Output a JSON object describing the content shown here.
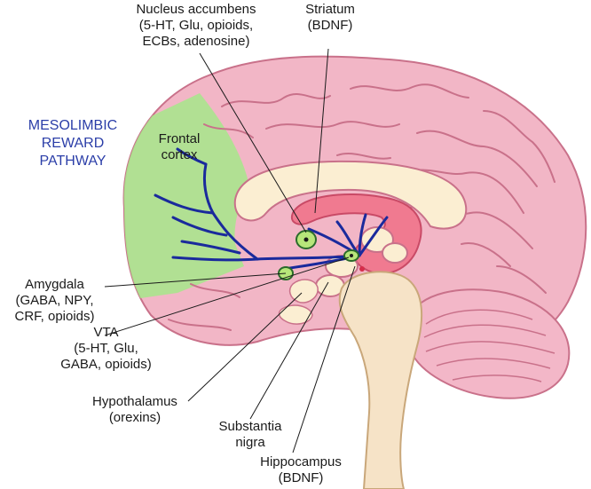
{
  "colors": {
    "brain_pink": "#f2b6c6",
    "brain_outline": "#c9718a",
    "frontal_green": "#a6e88a",
    "pathway_blue": "#1a2a9c",
    "striatum_red": "#f07a90",
    "corpus_callosum": "#fbeed2",
    "brainstem": "#f6e3c7",
    "cerebellum": "#f3b7c8",
    "nucleus_green": "#b7e67a",
    "label_text": "#1a1a1a",
    "title_text": "#2b3ea8"
  },
  "title": {
    "lines": [
      "MESOLIMBIC",
      "REWARD",
      "PATHWAY"
    ]
  },
  "regions": {
    "frontal_cortex": {
      "lines": [
        "Frontal",
        "cortex"
      ]
    },
    "nucleus_accumbens": {
      "lines": [
        "Nucleus accumbens",
        "(5-HT, Glu, opioids,",
        "ECBs, adenosine)"
      ]
    },
    "striatum": {
      "lines": [
        "Striatum",
        "(BDNF)"
      ]
    },
    "amygdala": {
      "lines": [
        "Amygdala",
        "(GABA, NPY,",
        "CRF, opioids)"
      ]
    },
    "vta": {
      "lines": [
        "VTA",
        "(5-HT, Glu,",
        "GABA, opioids)"
      ]
    },
    "hypothalamus": {
      "lines": [
        "Hypothalamus",
        "(orexins)"
      ]
    },
    "substantia_nigra": {
      "lines": [
        "Substantia",
        "nigra"
      ]
    },
    "hippocampus": {
      "lines": [
        "Hippocampus",
        "(BDNF)"
      ]
    }
  },
  "icons": {
    "brain": "sagittal-brain-illustration"
  }
}
